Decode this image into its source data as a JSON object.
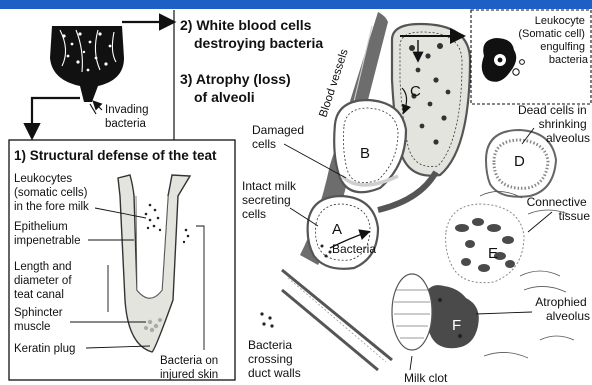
{
  "colors": {
    "banner": "#1e5fc6",
    "wall": "#6d6d6d",
    "light_fill": "#e4e4df",
    "dark_fill": "#4a4a4a"
  },
  "headings": {
    "h2": [
      "2) White blood cells",
      "destroying bacteria"
    ],
    "h3": [
      "3) Atrophy (loss)",
      "of alveoli"
    ],
    "h1": "1) Structural defense of the teat"
  },
  "teat_labels": {
    "invading": [
      "Invading",
      "bacteria"
    ],
    "leukocytes": [
      "Leukocytes",
      "(somatic cells)",
      "in the fore milk"
    ],
    "epithelium": [
      "Epithelium",
      "impenetrable"
    ],
    "length": [
      "Length and",
      "diameter of",
      "teat canal"
    ],
    "sphincter": [
      "Sphincter",
      "muscle"
    ],
    "keratin": "Keratin plug",
    "bacteria_skin": [
      "Bacteria on",
      "injured skin"
    ]
  },
  "alveoli_labels": {
    "blood_vessels": "Blood vessels",
    "damaged": [
      "Damaged",
      "cells"
    ],
    "intact": [
      "Intact milk",
      "secreting",
      "cells"
    ],
    "bacteria": "Bacteria",
    "crossing": [
      "Bacteria",
      "crossing",
      "duct walls"
    ],
    "milk_clot": "Milk clot",
    "leuko_inset": [
      "Leukocyte",
      "(Somatic cell)",
      "engulfing",
      "bacteria"
    ],
    "dead": [
      "Dead cells in",
      "shrinking",
      "alveolus"
    ],
    "connective": [
      "Connective",
      "tissue"
    ],
    "atrophied": [
      "Atrophied",
      "alveolus"
    ]
  },
  "alveolus_letters": {
    "a": "A",
    "b": "B",
    "c": "C",
    "d": "D",
    "e": "E",
    "f": "F"
  }
}
